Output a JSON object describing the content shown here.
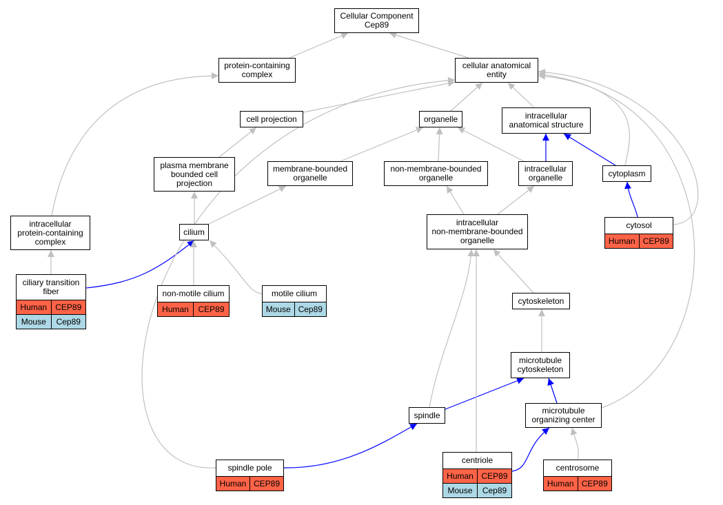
{
  "diagram": {
    "root": {
      "line1": "Cellular Component",
      "line2": "Cep89"
    },
    "nodes": {
      "protein_containing_complex": {
        "label": "protein-containing\ncomplex"
      },
      "cellular_anatomical_entity": {
        "label": "cellular anatomical\nentity"
      },
      "cell_projection": {
        "label": "cell projection"
      },
      "organelle": {
        "label": "organelle"
      },
      "intracellular_anatomical_structure": {
        "label": "intracellular\nanatomical structure"
      },
      "plasma_membrane_bounded_cell_projection": {
        "label": "plasma membrane\nbounded cell\nprojection"
      },
      "membrane_bounded_organelle": {
        "label": "membrane-bounded\norganelle"
      },
      "non_membrane_bounded_organelle": {
        "label": "non-membrane-bounded\norganelle"
      },
      "intracellular_organelle": {
        "label": "intracellular\norganelle"
      },
      "cytoplasm": {
        "label": "cytoplasm"
      },
      "intracellular_protein_containing_complex": {
        "label": "intracellular\nprotein-containing\ncomplex"
      },
      "cilium": {
        "label": "cilium"
      },
      "intracellular_non_membrane_bounded_organelle": {
        "label": "intracellular\nnon-membrane-bounded\norganelle"
      },
      "cytosol": {
        "label": "cytosol",
        "species": [
          [
            "Human",
            "CEP89"
          ]
        ]
      },
      "ciliary_transition_fiber": {
        "label": "ciliary transition\nfiber",
        "species": [
          [
            "Human",
            "CEP89"
          ],
          [
            "Mouse",
            "Cep89"
          ]
        ]
      },
      "non_motile_cilium": {
        "label": "non-motile cilium",
        "species": [
          [
            "Human",
            "CEP89"
          ]
        ]
      },
      "motile_cilium": {
        "label": "motile cilium",
        "species": [
          [
            "Mouse",
            "Cep89"
          ]
        ]
      },
      "cytoskeleton": {
        "label": "cytoskeleton"
      },
      "microtubule_cytoskeleton": {
        "label": "microtubule\ncytoskeleton"
      },
      "spindle": {
        "label": "spindle"
      },
      "microtubule_organizing_center": {
        "label": "microtubule\norganizing center"
      },
      "spindle_pole": {
        "label": "spindle pole",
        "species": [
          [
            "Human",
            "CEP89"
          ]
        ]
      },
      "centriole": {
        "label": "centriole",
        "species": [
          [
            "Human",
            "CEP89"
          ],
          [
            "Mouse",
            "Cep89"
          ]
        ]
      },
      "centrosome": {
        "label": "centrosome",
        "species": [
          [
            "Human",
            "CEP89"
          ]
        ]
      }
    },
    "colors": {
      "human": "#ff6347",
      "mouse": "#add8e6",
      "is_a_edge": "#c0c0c0",
      "part_of_edge": "#0000ff"
    },
    "edges": [
      {
        "from": "protein_containing_complex",
        "to": "root",
        "type": "is_a"
      },
      {
        "from": "cellular_anatomical_entity",
        "to": "root",
        "type": "is_a"
      },
      {
        "from": "cell_projection",
        "to": "cellular_anatomical_entity",
        "type": "is_a"
      },
      {
        "from": "organelle",
        "to": "cellular_anatomical_entity",
        "type": "is_a"
      },
      {
        "from": "intracellular_anatomical_structure",
        "to": "cellular_anatomical_entity",
        "type": "is_a"
      },
      {
        "from": "plasma_membrane_bounded_cell_projection",
        "to": "cell_projection",
        "type": "is_a"
      },
      {
        "from": "membrane_bounded_organelle",
        "to": "organelle",
        "type": "is_a"
      },
      {
        "from": "non_membrane_bounded_organelle",
        "to": "organelle",
        "type": "is_a"
      },
      {
        "from": "intracellular_organelle",
        "to": "organelle",
        "type": "is_a"
      },
      {
        "from": "intracellular_organelle",
        "to": "intracellular_anatomical_structure",
        "type": "part_of"
      },
      {
        "from": "cytoplasm",
        "to": "intracellular_anatomical_structure",
        "type": "part_of"
      },
      {
        "from": "cytoplasm",
        "to": "cellular_anatomical_entity",
        "type": "is_a"
      },
      {
        "from": "cytosol",
        "to": "cytoplasm",
        "type": "part_of"
      },
      {
        "from": "cytosol",
        "to": "cellular_anatomical_entity",
        "type": "is_a"
      },
      {
        "from": "intracellular_protein_containing_complex",
        "to": "protein_containing_complex",
        "type": "is_a"
      },
      {
        "from": "cilium",
        "to": "plasma_membrane_bounded_cell_projection",
        "type": "is_a"
      },
      {
        "from": "cilium",
        "to": "membrane_bounded_organelle",
        "type": "is_a"
      },
      {
        "from": "intracellular_non_membrane_bounded_organelle",
        "to": "non_membrane_bounded_organelle",
        "type": "is_a"
      },
      {
        "from": "intracellular_non_membrane_bounded_organelle",
        "to": "intracellular_organelle",
        "type": "is_a"
      },
      {
        "from": "ciliary_transition_fiber",
        "to": "intracellular_protein_containing_complex",
        "type": "is_a"
      },
      {
        "from": "ciliary_transition_fiber",
        "to": "cilium",
        "type": "part_of"
      },
      {
        "from": "non_motile_cilium",
        "to": "cilium",
        "type": "is_a"
      },
      {
        "from": "motile_cilium",
        "to": "cilium",
        "type": "is_a"
      },
      {
        "from": "cytoskeleton",
        "to": "intracellular_non_membrane_bounded_organelle",
        "type": "is_a"
      },
      {
        "from": "microtubule_cytoskeleton",
        "to": "cytoskeleton",
        "type": "is_a"
      },
      {
        "from": "spindle",
        "to": "microtubule_cytoskeleton",
        "type": "part_of"
      },
      {
        "from": "spindle",
        "to": "intracellular_non_membrane_bounded_organelle",
        "type": "is_a"
      },
      {
        "from": "microtubule_organizing_center",
        "to": "microtubule_cytoskeleton",
        "type": "part_of"
      },
      {
        "from": "microtubule_organizing_center",
        "to": "cellular_anatomical_entity",
        "type": "is_a"
      },
      {
        "from": "spindle_pole",
        "to": "spindle",
        "type": "part_of"
      },
      {
        "from": "spindle_pole",
        "to": "cellular_anatomical_entity",
        "type": "is_a"
      },
      {
        "from": "centriole",
        "to": "microtubule_organizing_center",
        "type": "part_of"
      },
      {
        "from": "centriole",
        "to": "intracellular_non_membrane_bounded_organelle",
        "type": "is_a"
      },
      {
        "from": "centrosome",
        "to": "microtubule_organizing_center",
        "type": "is_a"
      }
    ]
  }
}
